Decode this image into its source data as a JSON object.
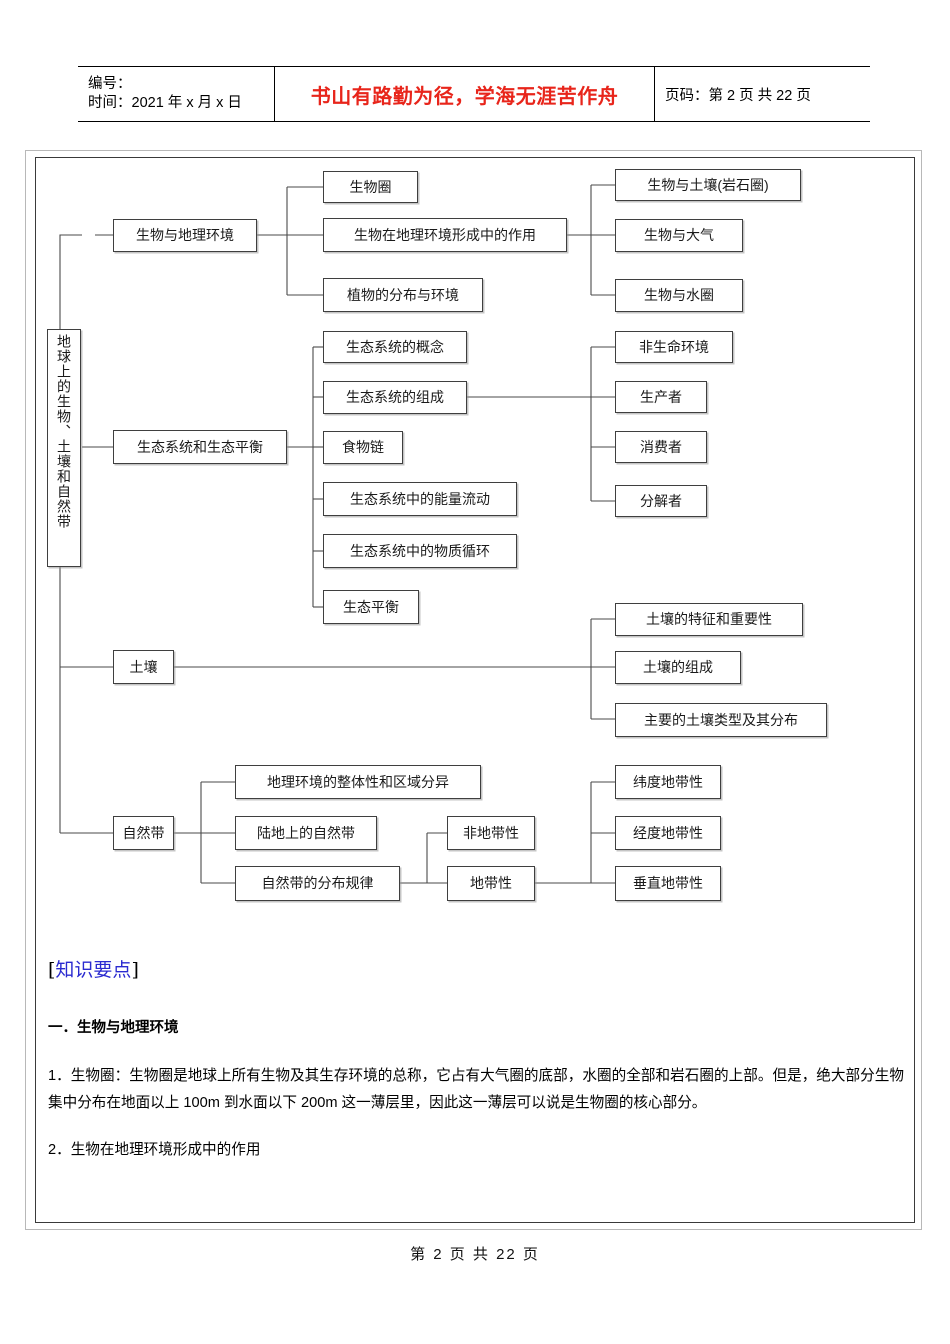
{
  "header": {
    "label_number": "编号：",
    "label_time": "时间：2021 年 x 月 x 日",
    "motto": "书山有路勤为径，学海无涯苦作舟",
    "page_info": "页码：第 2 页  共 22 页"
  },
  "diagram": {
    "root": "地球上的生物、土壤和自然带",
    "branch_bio": {
      "title": "生物与地理环境",
      "children": [
        "生物圈",
        "生物在地理环境形成中的作用",
        "植物的分布与环境"
      ],
      "grandchildren": [
        "生物与土壤(岩石圈)",
        "生物与大气",
        "生物与水圈"
      ]
    },
    "branch_eco": {
      "title": "生态系统和生态平衡",
      "children": [
        "生态系统的概念",
        "生态系统的组成",
        "食物链",
        "生态系统中的能量流动",
        "生态系统中的物质循环",
        "生态平衡"
      ],
      "grandchildren": [
        "非生命环境",
        "生产者",
        "消费者",
        "分解者"
      ]
    },
    "branch_soil": {
      "title": "土壤",
      "children": [
        "土壤的特征和重要性",
        "土壤的组成",
        "主要的土壤类型及其分布"
      ]
    },
    "branch_zone": {
      "title": "自然带",
      "children": [
        "地理环境的整体性和区域分异",
        "陆地上的自然带",
        "自然带的分布规律"
      ],
      "grandchildren": [
        "非地带性",
        "地带性"
      ],
      "great_grandchildren": [
        "纬度地带性",
        "经度地带性",
        "垂直地带性"
      ]
    }
  },
  "content": {
    "knowledge_points_open": "[",
    "knowledge_points_label": "知识要点",
    "knowledge_points_close": "]",
    "section_1_title": "一．生物与地理环境",
    "para_1": "1．生物圈：生物圈是地球上所有生物及其生存环境的总称，它占有大气圈的底部，水圈的全部和岩石圈的上部。但是，绝大部分生物集中分布在地面以上 100m 到水面以下 200m 这一薄层里，因此这一薄层可以说是生物圈的核心部分。",
    "para_2": "2．生物在地理环境形成中的作用"
  },
  "footer": {
    "page_text": "第 2 页 共 22 页"
  },
  "colors": {
    "motto_red": "#e8251b",
    "heading_blue": "#2a2ad0",
    "box_border": "#3f3f3f",
    "frame_border": "#3a3a3a"
  }
}
